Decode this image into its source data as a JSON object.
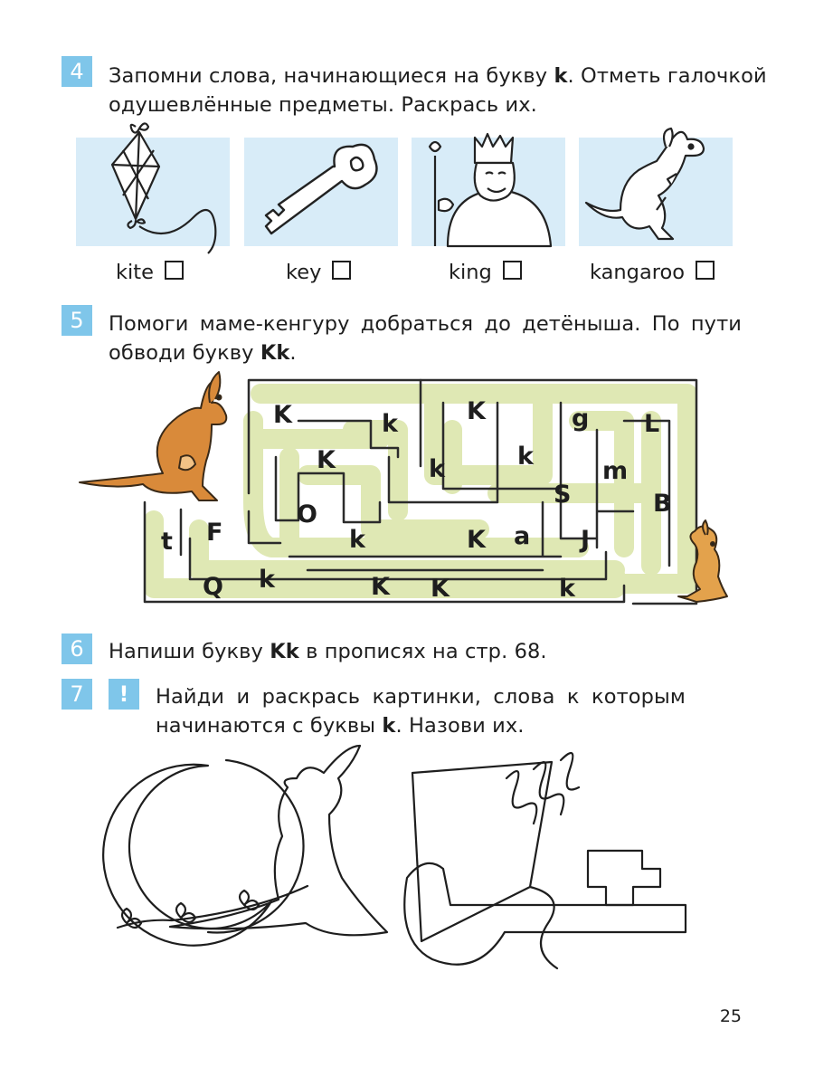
{
  "task4": {
    "number": "4",
    "line1_a": "Запомни слова, начинающиеся на букву ",
    "line1_letter": "k",
    "line1_b": ". Отметь галочкой",
    "line2": "одушевлённые предметы. Раскрась их.",
    "items": [
      {
        "word": "kite",
        "icon": "kite-icon"
      },
      {
        "word": "key",
        "icon": "key-icon"
      },
      {
        "word": "king",
        "icon": "king-icon"
      },
      {
        "word": "kangaroo",
        "icon": "kangaroo-icon"
      }
    ]
  },
  "task5": {
    "number": "5",
    "line1": "Помоги маме-кенгуру добраться до детёныша. По пути",
    "line2_a": "обводи букву ",
    "line2_letters": "Kk",
    "line2_b": ".",
    "maze_letters": [
      "K",
      "k",
      "K",
      "g",
      "L",
      "K",
      "k",
      "k",
      "m",
      "S",
      "B",
      "O",
      "t",
      "F",
      "k",
      "K",
      "a",
      "J",
      "Q",
      "k",
      "K",
      "K",
      "k"
    ]
  },
  "task6": {
    "number": "6",
    "text_a": "Напиши букву ",
    "text_letters": "Kk",
    "text_b": " в прописях на стр. 68."
  },
  "task7": {
    "number": "7",
    "badge": "!",
    "line1": "Найди и раскрась картинки, слова к которым",
    "line2_a": "начинаются с буквы ",
    "line2_letter": "k",
    "line2_b": ". Назови их."
  },
  "page_number": "25",
  "colors": {
    "accent": "#7fc6ea",
    "picture_bg": "#d8ecf8",
    "maze_path": "#dfe8b4",
    "kangaroo": "#d98a3a"
  }
}
